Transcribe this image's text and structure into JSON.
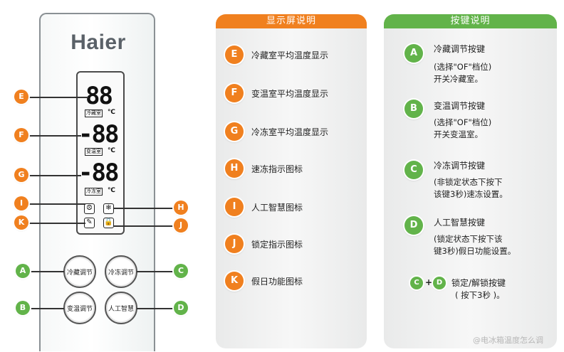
{
  "brand": "Haier",
  "display": {
    "readouts": [
      {
        "id": "E",
        "digits": "88",
        "zone": "冷藏室",
        "unit": "℃"
      },
      {
        "id": "F",
        "digits": "-88",
        "zone": "变温室",
        "unit": "℃"
      },
      {
        "id": "G",
        "digits": "-88",
        "zone": "冷冻室",
        "unit": "℃"
      }
    ],
    "icons": [
      "ai-icon",
      "snowflake-icon",
      "holiday-icon",
      "lock-icon"
    ]
  },
  "panel_buttons": [
    {
      "letter": "A",
      "label": "冷藏调节"
    },
    {
      "letter": "C",
      "label": "冷冻调节"
    },
    {
      "letter": "B",
      "label": "变温调节"
    },
    {
      "letter": "D",
      "label": "人工智慧"
    }
  ],
  "callouts": {
    "left": [
      "E",
      "F",
      "G",
      "I",
      "K"
    ],
    "right": [
      "H",
      "J"
    ],
    "buttons_left": [
      "A",
      "B"
    ],
    "buttons_right": [
      "C",
      "D"
    ]
  },
  "display_legend": {
    "title": "显示屏说明",
    "items": [
      {
        "letter": "E",
        "text": "冷藏室平均温度显示"
      },
      {
        "letter": "F",
        "text": "变温室平均温度显示"
      },
      {
        "letter": "G",
        "text": "冷冻室平均温度显示"
      },
      {
        "letter": "H",
        "text": "速冻指示图标"
      },
      {
        "letter": "I",
        "text": "人工智慧图标"
      },
      {
        "letter": "J",
        "text": "锁定指示图标"
      },
      {
        "letter": "K",
        "text": "假日功能图标"
      }
    ]
  },
  "button_legend": {
    "title": "按键说明",
    "items": [
      {
        "letter": "A",
        "text": "冷藏调节按键",
        "lines": [
          "(选择\"OF\"档位)",
          "开关冷藏室。"
        ]
      },
      {
        "letter": "B",
        "text": "变温调节按键",
        "lines": [
          "(选择\"OF\"档位)",
          "开关变温室。"
        ]
      },
      {
        "letter": "C",
        "text": "冷冻调节按键",
        "lines": [
          "(非锁定状态下按下",
          "该键3秒)速冻设置。"
        ]
      },
      {
        "letter": "D",
        "text": "人工智慧按键",
        "lines": [
          "(锁定状态下按下该",
          "键3秒)假日功能设置。"
        ]
      }
    ],
    "combo": {
      "first": "C",
      "plus": "+",
      "second": "D",
      "text": "锁定/解锁按键",
      "sub": "( 按下3秒 )。"
    }
  },
  "watermark": "@电冰箱温度怎么调",
  "colors": {
    "orange": "#f0801f",
    "green": "#62b34a"
  }
}
